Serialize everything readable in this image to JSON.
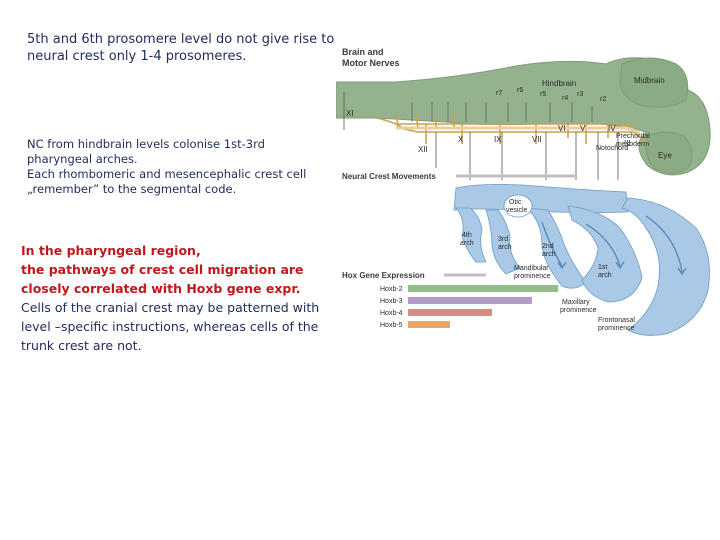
{
  "text_blocks": {
    "block1": "5th and 6th prosomere level do not give rise to\nneural crest only 1-4 prosomeres.",
    "block2": "NC from hindbrain levels colonise 1st-3rd\npharyngeal arches.\nEach rhombomeric and mesencephalic crest cell\n„remember” to the segmental code.",
    "block3_bold": "In the pharyngeal region,\nthe pathways of crest cell migration are\nclosely correlated with Hoxb gene expr.",
    "block3_plain": "\nCells of the cranial crest may be patterned with\nlevel –specific instructions, whereas cells of the\ntrunk crest are not."
  },
  "figure": {
    "panel1_title": "Brain and\nMotor Nerves",
    "panel1_title_l1": "Brain and",
    "panel1_title_l2": "Motor Nerves",
    "hindbrain": "Hindbrain",
    "midbrain": "Midbrain",
    "rhombomeres": [
      "r7",
      "r6",
      "r5",
      "r4",
      "r3",
      "r2"
    ],
    "nerves": [
      "XI",
      "XII",
      "X",
      "IX",
      "VII",
      "VI",
      "V",
      "IV",
      "III"
    ],
    "notochord": "Notochord",
    "prechordal_l1": "Prechordal",
    "prechordal_l2": "mesoderm",
    "eye": "Eye",
    "panel2_title": "Neural Crest Movements",
    "otic_l1": "Otic",
    "otic_l2": "vesicle",
    "arch4_l1": "4th",
    "arch4_l2": "arch",
    "arch3_l1": "3rd",
    "arch3_l2": "arch",
    "arch2_l1": "2nd",
    "arch2_l2": "arch",
    "arch1_l1": "1st",
    "arch1_l2": "arch",
    "mandibular_l1": "Mandibular",
    "mandibular_l2": "prominence",
    "maxillary_l1": "Maxillary",
    "maxillary_l2": "prominence",
    "frontonasal_l1": "Frontonasal",
    "frontonasal_l2": "prominence",
    "panel3_title": "Hox Gene Expression",
    "hox_genes": [
      {
        "label": "Hoxb-2",
        "color": "#8fbf86"
      },
      {
        "label": "Hoxb-3",
        "color": "#b39ac9"
      },
      {
        "label": "Hoxb-4",
        "color": "#d98a82"
      },
      {
        "label": "Hoxb-5",
        "color": "#e8a566"
      }
    ],
    "colors": {
      "brain": "#94b28d",
      "brain_dark": "#7d9d77",
      "nerve": "#c9a24f",
      "crest": "#a9c9e6",
      "crest_dark": "#6f9ac2",
      "header": "#bfbfbf"
    }
  }
}
